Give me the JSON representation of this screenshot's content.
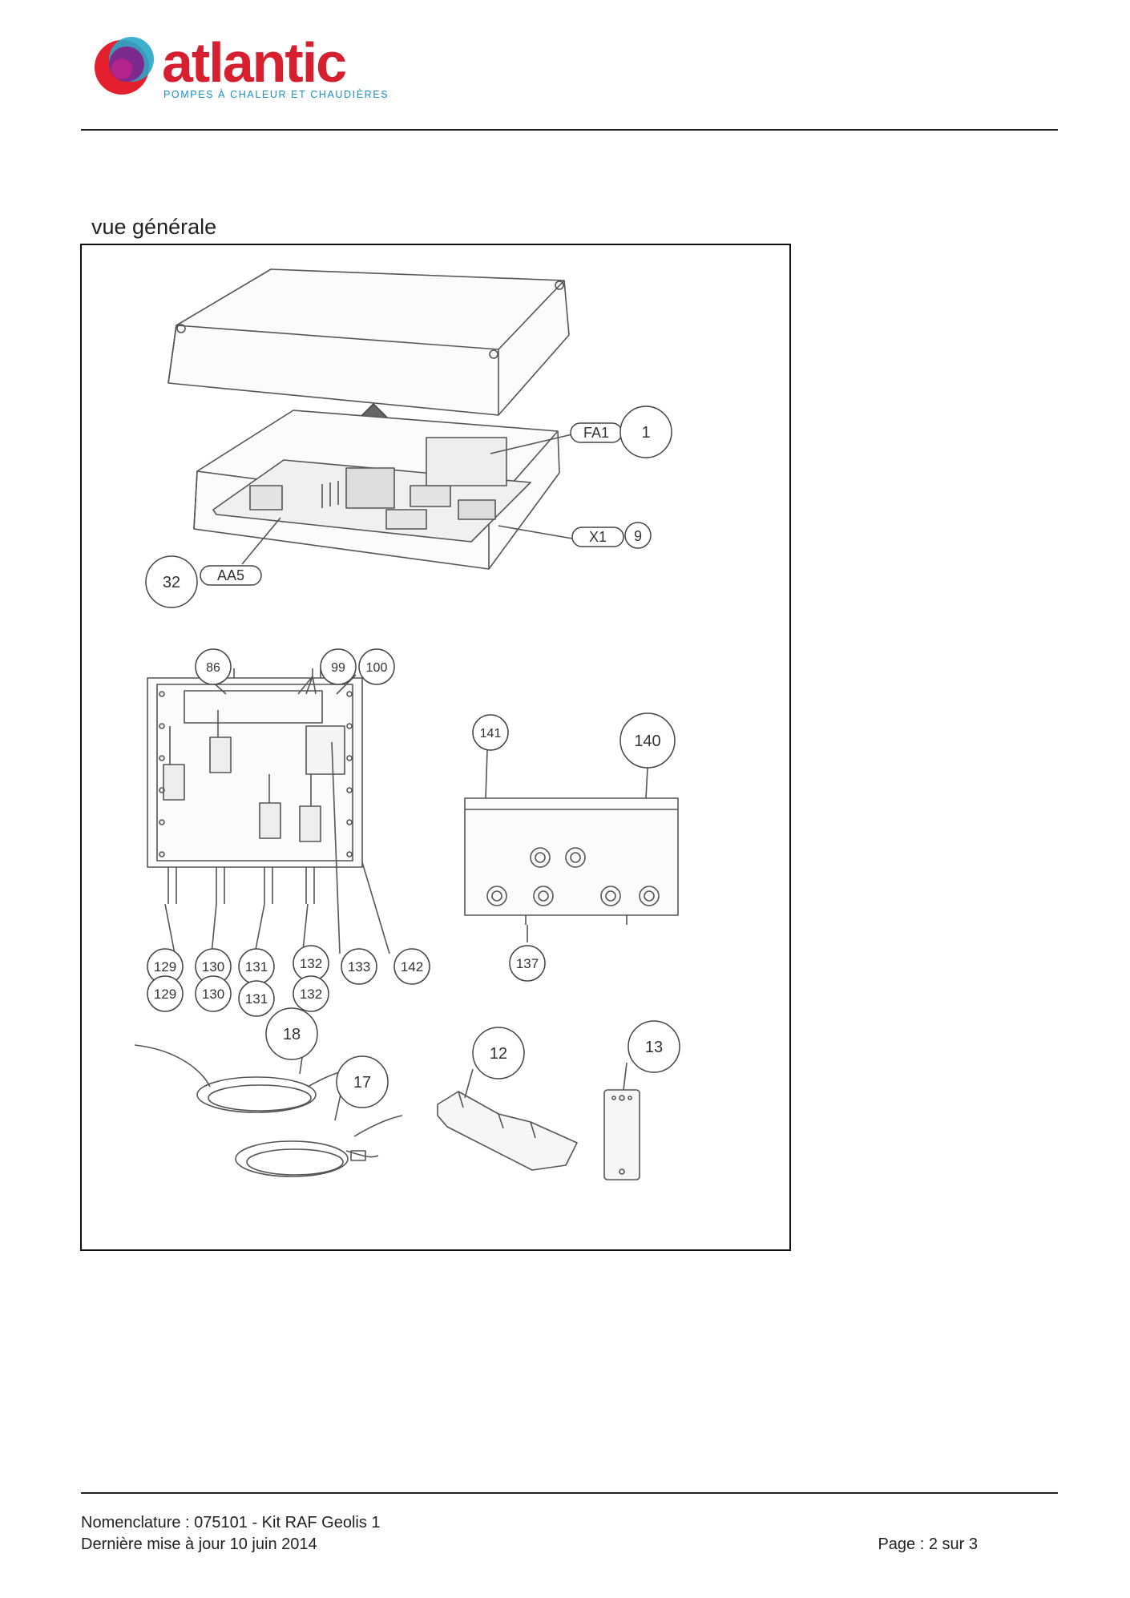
{
  "header": {
    "brand": "atlantic",
    "tagline": "POMPES À CHALEUR ET CHAUDIÈRES",
    "logo_colors": [
      "#e4202e",
      "#7d2a8e",
      "#2aa6c9",
      "#d7202f"
    ]
  },
  "section": {
    "title": "vue générale"
  },
  "diagram": {
    "labels": {
      "fa1": "FA1",
      "x1": "X1",
      "aa5": "AA5"
    },
    "callouts": {
      "c1": "1",
      "c9": "9",
      "c32": "32",
      "c86": "86",
      "c99": "99",
      "c100": "100",
      "c141": "141",
      "c140": "140",
      "c129a": "129",
      "c130a": "130",
      "c131a": "131",
      "c132a": "132",
      "c133": "133",
      "c142": "142",
      "c137": "137",
      "c129b": "129",
      "c130b": "130",
      "c131b": "131",
      "c132b": "132",
      "c18": "18",
      "c17": "17",
      "c12": "12",
      "c13": "13"
    }
  },
  "footer": {
    "line1": "Nomenclature : 075101 - Kit RAF Geolis 1",
    "line2": "Dernière mise à jour 10 juin 2014",
    "page": "Page : 2 sur 3"
  }
}
